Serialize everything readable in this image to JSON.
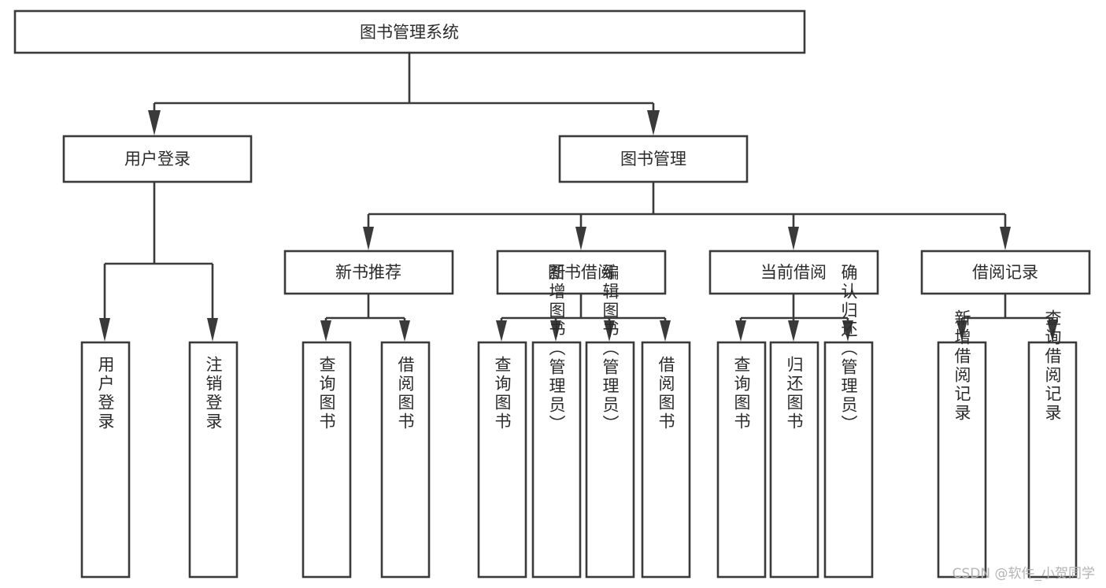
{
  "diagram": {
    "title": "图书管理系统",
    "type": "tree-hierarchy-chart",
    "orientation": "top-down",
    "colors": {
      "box_stroke": "#3a3a3a",
      "box_fill": "#ffffff",
      "connector": "#3a3a3a",
      "text": "#2b2b2b",
      "watermark": "#b4b4b4",
      "background": "#ffffff"
    },
    "root": {
      "id": "root",
      "label": "图书管理系统",
      "orientation": "horizontal"
    },
    "level2": [
      {
        "id": "user-login",
        "label": "用户登录",
        "orientation": "horizontal"
      },
      {
        "id": "book-manage",
        "label": "图书管理",
        "orientation": "horizontal"
      }
    ],
    "level3": [
      {
        "id": "new-book-recommend",
        "label": "新书推荐",
        "orientation": "horizontal",
        "parent": "book-manage"
      },
      {
        "id": "book-borrow",
        "label": "图书借阅",
        "orientation": "horizontal",
        "parent": "book-manage"
      },
      {
        "id": "current-borrow",
        "label": "当前借阅",
        "orientation": "horizontal",
        "parent": "book-manage"
      },
      {
        "id": "borrow-record",
        "label": "借阅记录",
        "orientation": "horizontal",
        "parent": "book-manage"
      }
    ],
    "leaves": [
      {
        "id": "leaf-user-login",
        "label": "用户登录",
        "orientation": "vertical",
        "parent": "user-login"
      },
      {
        "id": "leaf-logout-login",
        "label": "注销登录",
        "orientation": "vertical",
        "parent": "user-login"
      },
      {
        "id": "leaf-query-book-1",
        "label": "查询图书",
        "orientation": "vertical",
        "parent": "new-book-recommend"
      },
      {
        "id": "leaf-borrow-book-1",
        "label": "借阅图书",
        "orientation": "vertical",
        "parent": "new-book-recommend"
      },
      {
        "id": "leaf-query-book-2",
        "label": "查询图书",
        "orientation": "vertical",
        "parent": "book-borrow"
      },
      {
        "id": "leaf-add-book-admin",
        "label": "新增图书（管理员）",
        "orientation": "vertical",
        "parent": "book-borrow"
      },
      {
        "id": "leaf-edit-book-admin",
        "label": "编辑图书（管理员）",
        "orientation": "vertical",
        "parent": "book-borrow"
      },
      {
        "id": "leaf-borrow-book-2",
        "label": "借阅图书",
        "orientation": "vertical",
        "parent": "book-borrow"
      },
      {
        "id": "leaf-query-book-3",
        "label": "查询图书",
        "orientation": "vertical",
        "parent": "current-borrow"
      },
      {
        "id": "leaf-return-book",
        "label": "归还图书",
        "orientation": "vertical",
        "parent": "current-borrow"
      },
      {
        "id": "leaf-confirm-return-admin",
        "label": "确认归还（管理员）",
        "orientation": "vertical",
        "parent": "current-borrow"
      },
      {
        "id": "leaf-add-borrow-record",
        "label": "新增借阅记录",
        "orientation": "vertical",
        "parent": "borrow-record"
      },
      {
        "id": "leaf-query-borrow-record",
        "label": "查询借阅记录",
        "orientation": "vertical",
        "parent": "borrow-record"
      }
    ],
    "watermark": "CSDN @软件_小贺同学"
  }
}
